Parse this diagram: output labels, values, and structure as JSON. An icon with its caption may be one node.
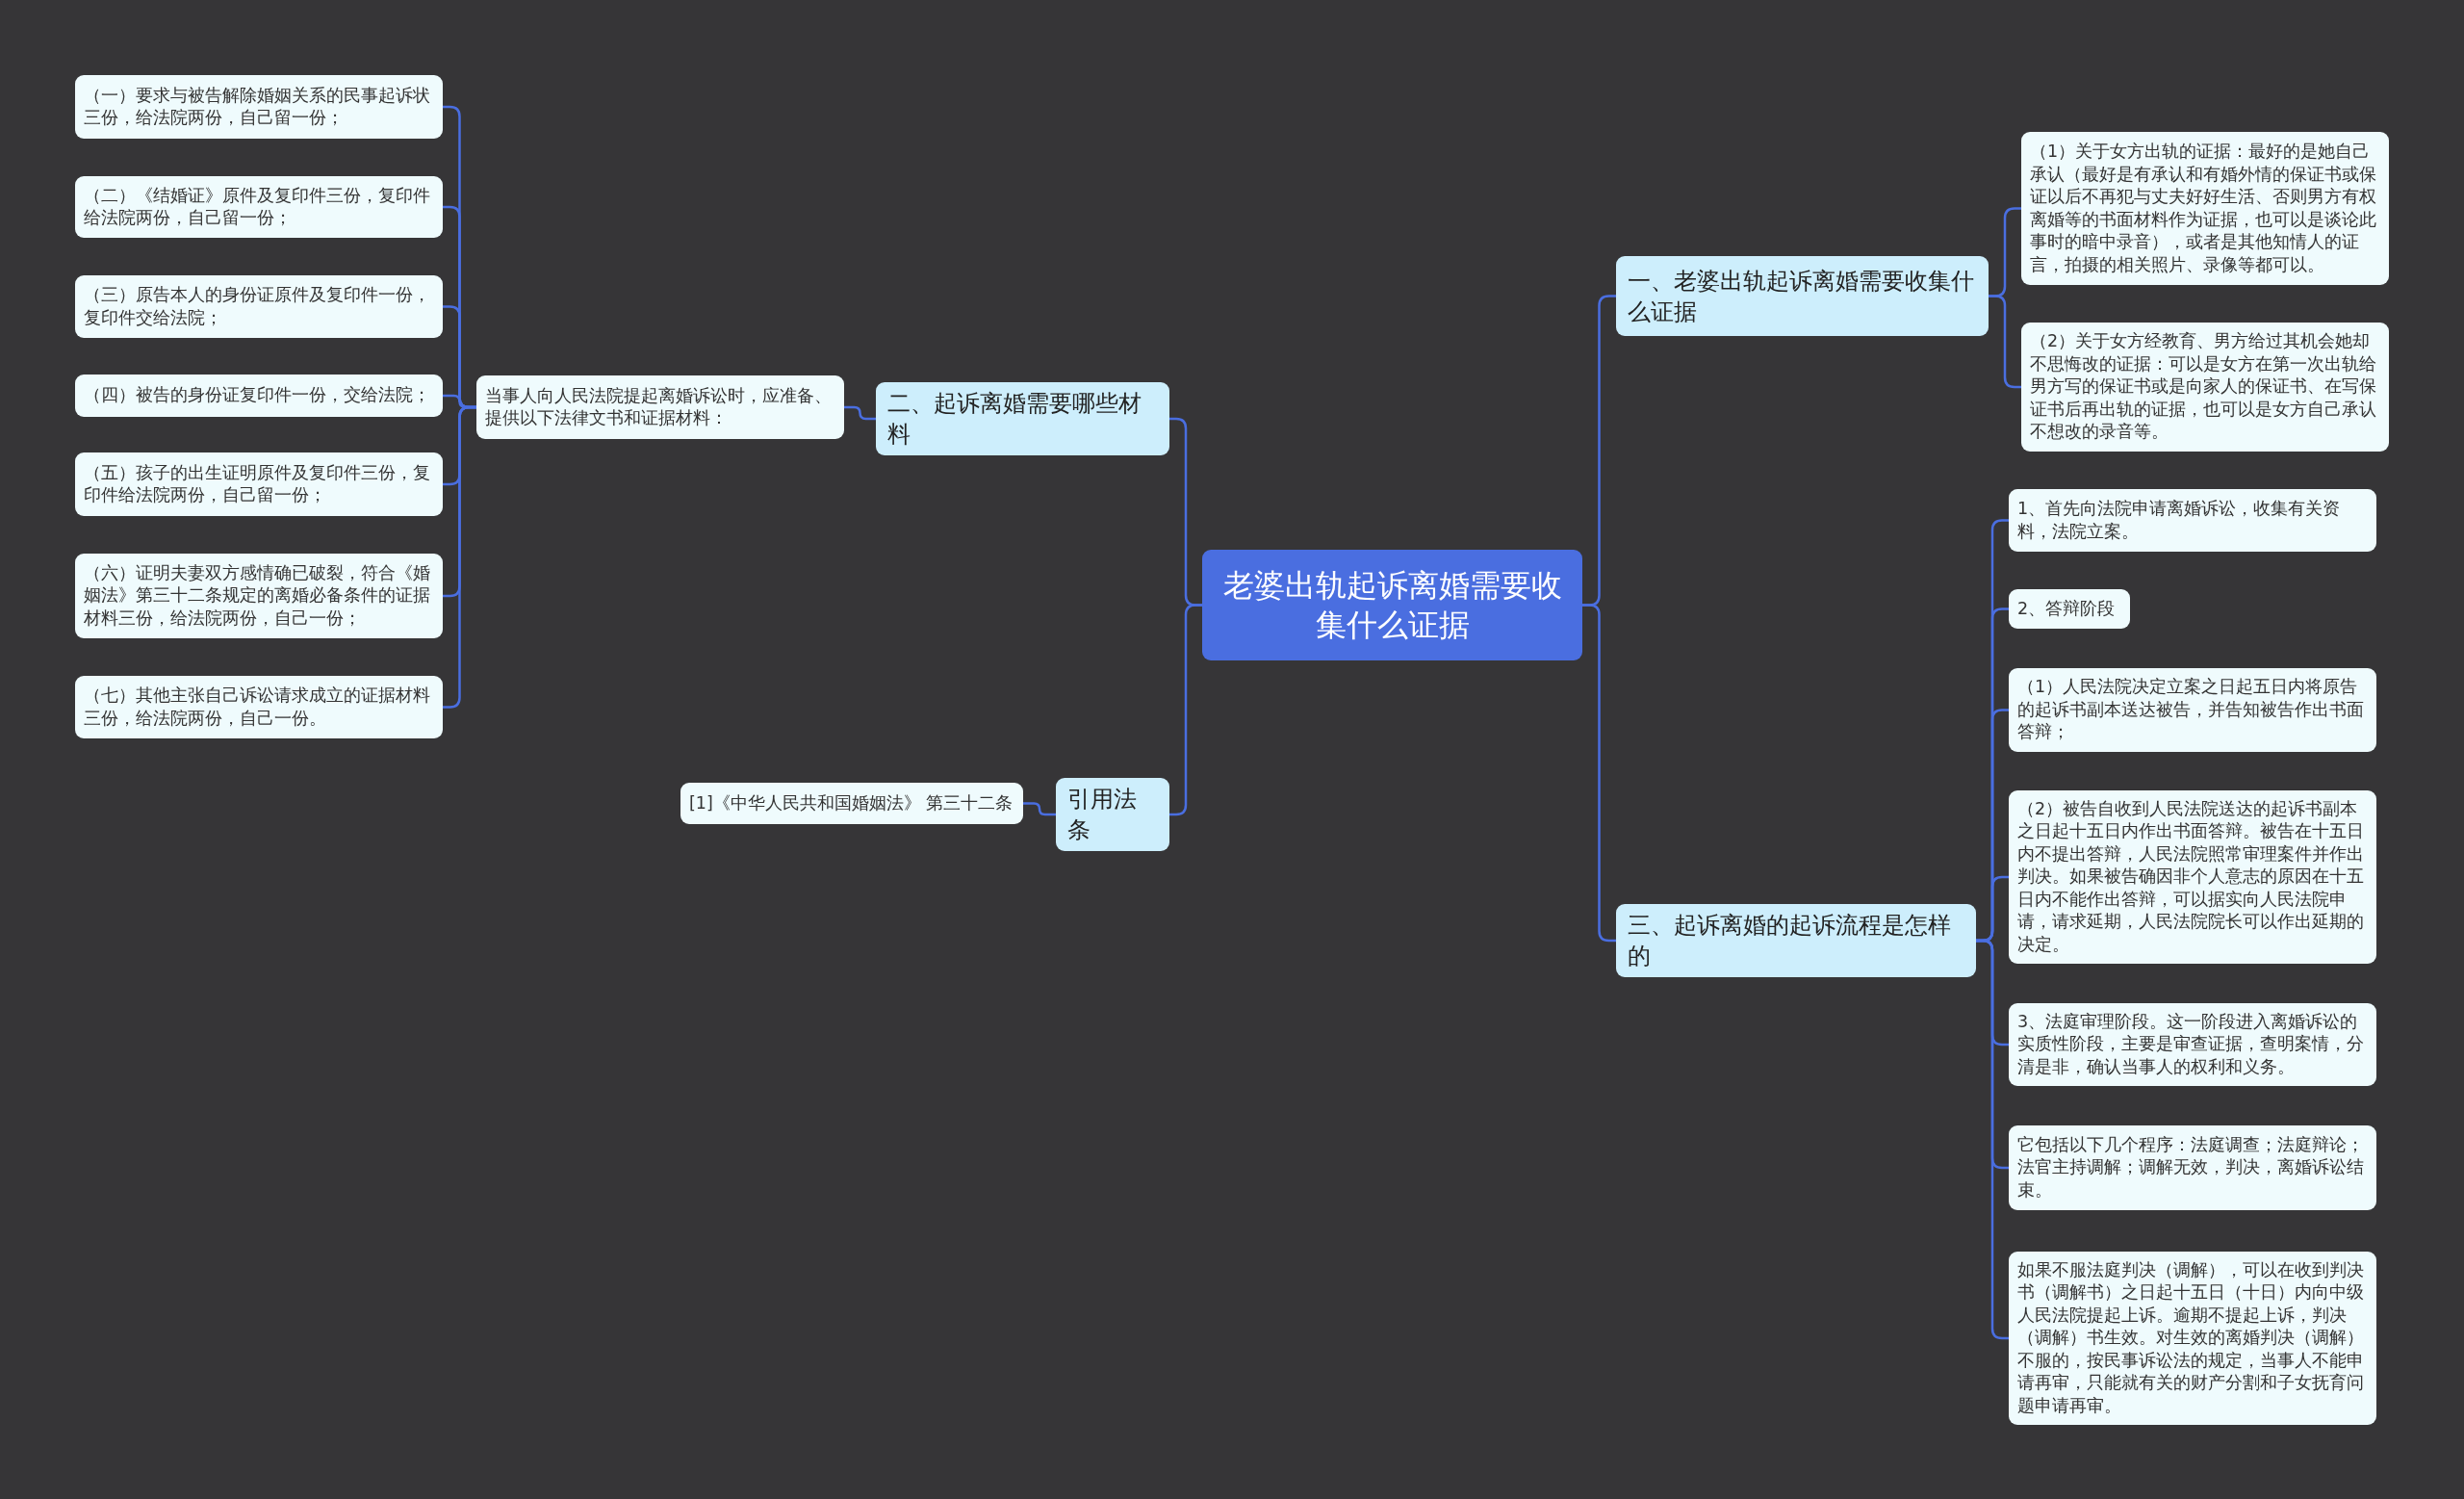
{
  "diagram": {
    "nodes": [
      {
        "text": [
          "老婆出轨起诉离婚需要收集什么证据"
        ]
      },
      {
        "text": [
          "一、老婆出轨起诉离婚需要收集什么证据"
        ]
      },
      {
        "text": [
          "（1）关于女方出轨的证据：最好的是她自己承认（最好是有承认和有婚外情的保证书或保证以后不再犯与丈夫好好生活、否则男方有权离婚等的书面材料作为证据，也可以是谈论此事时的暗中录音），或者是其他知情人的证言，拍摄的相关照片、录像等都可以。"
        ]
      },
      {
        "text": [
          "（2）关于女方经教育、男方给过其机会她却不思悔改的证据：可以是女方在第一次出轨给男方写的保证书或是向家人的保证书、在写保证书后再出轨的证据，也可以是女方自己承认不想改的录音等。"
        ]
      },
      {
        "text": [
          "二、起诉离婚需要哪些材料"
        ]
      },
      {
        "text": [
          "当事人向人民法院提起离婚诉讼时，应准备、提供以下法律文书和证据材料："
        ]
      },
      {
        "text": [
          "（一）要求与被告解除婚姻关系的民事起诉状三份，给法院两份，自己留一份；"
        ]
      },
      {
        "text": [
          "（二）《结婚证》原件及复印件三份，复印件给法院两份，自己留一份；"
        ]
      },
      {
        "text": [
          "（三）原告本人的身份证原件及复印件一份，复印件交给法院；"
        ]
      },
      {
        "text": [
          "（四）被告的身份证复印件一份，交给法院；"
        ]
      },
      {
        "text": [
          "（五）孩子的出生证明原件及复印件三份，复印件给法院两份，自己留一份；"
        ]
      },
      {
        "text": [
          "（六）证明夫妻双方感情确已破裂，符合《婚姻法》第三十二条规定的离婚必备条件的证据材料三份，给法院两份，自己一份；"
        ]
      },
      {
        "text": [
          "（七）其他主张自己诉讼请求成立的证据材料三份，给法院两份，自己一份。"
        ]
      },
      {
        "text": [
          "引用法条"
        ]
      },
      {
        "text": [
          "[1]《中华人民共和国婚姻法》 第三十二条"
        ]
      },
      {
        "text": [
          "三、起诉离婚的起诉流程是怎样的"
        ]
      },
      {
        "text": [
          "1、首先向法院申请离婚诉讼，收集有关资料，法院立案。"
        ]
      },
      {
        "text": [
          "2、答辩阶段"
        ]
      },
      {
        "text": [
          "（1）人民法院决定立案之日起五日内将原告的起诉书副本送达被告，并告知被告作出书面答辩；"
        ]
      },
      {
        "text": [
          "（2）被告自收到人民法院送达的起诉书副本之日起十五日内作出书面答辩。被告在十五日内不提出答辩，人民法院照常审理案件并作出判决。如果被告确因非个人意志的原因在十五日内不能作出答辩，可以据实向人民法院申请，请求延期，人民法院院长可以作出延期的决定。"
        ]
      },
      {
        "text": [
          "3、法庭审理阶段。这一阶段进入离婚诉讼的实质性阶段，主要是审查证据，查明案情，分清是非，确认当事人的权利和义务。"
        ]
      },
      {
        "text": [
          "它包括以下几个程序：法庭调查；法庭辩论；法官主持调解；调解无效，判决，离婚诉讼结束。"
        ]
      },
      {
        "text": [
          "如果不服法庭判决（调解），可以在收到判决书（调解书）之日起十五日（十日）内向中级人民法院提起上诉。逾期不提起上诉，判决（调解）书生效。对生效的离婚判决（调解）不服的，按民事诉讼法的规定，当事人不能申请再审，只能就有关的财产分割和子女抚育问题申请再审。"
        ]
      }
    ],
    "edges": [
      {
        "from": 0,
        "to": 1,
        "arrow": "none"
      },
      {
        "from": 0,
        "to": 4,
        "arrow": "none"
      },
      {
        "from": 0,
        "to": 13,
        "arrow": "none"
      },
      {
        "from": 0,
        "to": 15,
        "arrow": "none"
      },
      {
        "from": 1,
        "to": 2,
        "arrow": "none"
      },
      {
        "from": 1,
        "to": 3,
        "arrow": "none"
      },
      {
        "from": 4,
        "to": 5,
        "arrow": "none"
      },
      {
        "from": 5,
        "to": 6,
        "arrow": "none"
      },
      {
        "from": 5,
        "to": 7,
        "arrow": "none"
      },
      {
        "from": 5,
        "to": 8,
        "arrow": "none"
      },
      {
        "from": 5,
        "to": 9,
        "arrow": "none"
      },
      {
        "from": 5,
        "to": 10,
        "arrow": "none"
      },
      {
        "from": 5,
        "to": 11,
        "arrow": "none"
      },
      {
        "from": 5,
        "to": 12,
        "arrow": "none"
      },
      {
        "from": 13,
        "to": 14,
        "arrow": "none"
      },
      {
        "from": 15,
        "to": 16,
        "arrow": "none"
      },
      {
        "from": 15,
        "to": 17,
        "arrow": "none"
      },
      {
        "from": 15,
        "to": 18,
        "arrow": "none"
      },
      {
        "from": 15,
        "to": 19,
        "arrow": "none"
      },
      {
        "from": 15,
        "to": 20,
        "arrow": "none"
      },
      {
        "from": 15,
        "to": 21,
        "arrow": "none"
      },
      {
        "from": 15,
        "to": 22,
        "arrow": "none"
      }
    ]
  }
}
